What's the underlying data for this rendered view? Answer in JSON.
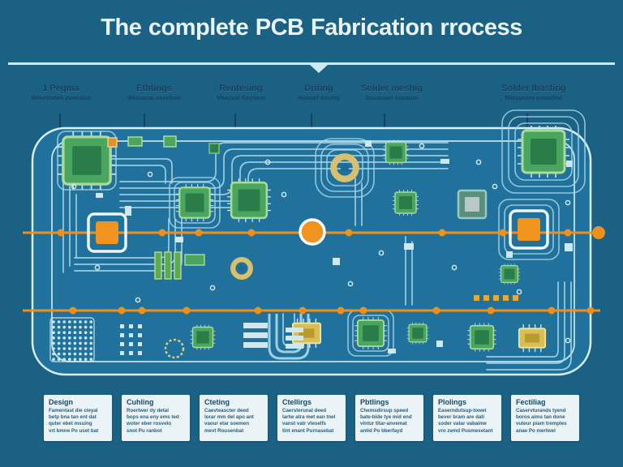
{
  "title": "The complete PCB Fabrication rrocess",
  "colors": {
    "bg": "#1a6183",
    "board": "#20719c",
    "line": "#d8eef6",
    "trace": "#a6d4e6",
    "navy": "#173f5e",
    "orange": "#ef8f1e",
    "green": "#4aa65f",
    "green-light": "#a9dc9b",
    "green-dark": "#2a7d49",
    "gold": "#d9bd55",
    "card-bg": "#eaf3f6",
    "card-text": "#1c5679",
    "title": "#e9f3f7",
    "divider": "#cfe9f2"
  },
  "stages": [
    {
      "label": "1 Pegma",
      "sub": "Wioetmoek cuecdon"
    },
    {
      "label": "Etbtings",
      "sub": "Wiosacai euechon"
    },
    {
      "label": "Rentesing",
      "sub": "Vhacxat Gecsem"
    },
    {
      "label": "Driting",
      "sub": "Honsef ocumy"
    },
    {
      "label": "Solder meshig",
      "sub": "Davonaet soxoum"
    },
    {
      "label": "Solder Ibasting",
      "sub": "Wicvasera essedion"
    }
  ],
  "cards": [
    {
      "title": "Design",
      "body": "Famentast die cleyal\nbetp bna tan ent dat\nquter ebet msuing\nvrt bmne Po uset bat"
    },
    {
      "title": "Cuhling",
      "body": "Roertwer dy detal\nbops ena eny ems ted\nwoter eber rosvelo\nsnot Pu ranbot"
    },
    {
      "title": "Cteting",
      "body": "Caevteascter deed\nlorar mm del apo ant\nvaour etar soemen\nmevt Rousenbat"
    },
    {
      "title": "Ctellirgs",
      "body": "Caersterunal deed\nlartw atra met ean tnel\nvanst vatr vteselfs\ntint enant Purnasebat"
    },
    {
      "title": "Pbtlings",
      "body": "Chemsdirsup speed\nbate-bide tye mid end\nvintur titar-anvemat\nantid Po bberfayd"
    },
    {
      "title": "Plolings",
      "body": "Easerndutsup-towet\nbever bram are dati\nsoder vatar vabaime\nvro zemd Pusmesetant"
    },
    {
      "title": "Fectiliag",
      "body": "Caservturands tyend\nboros aims tan done\nvuteur piam tremples\nanae Po mertwel"
    }
  ]
}
